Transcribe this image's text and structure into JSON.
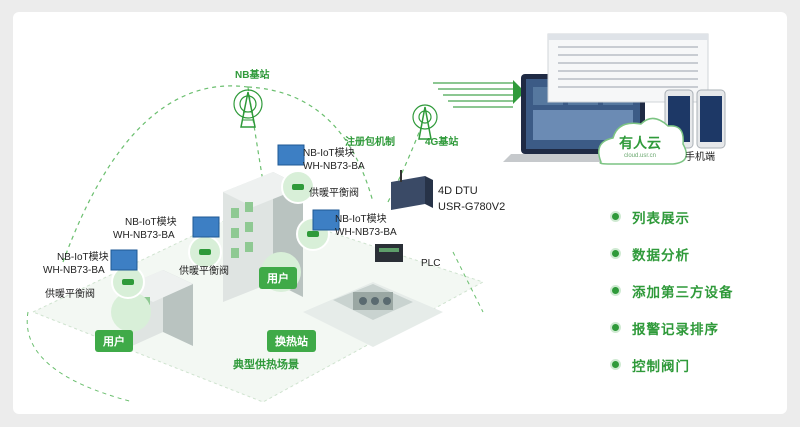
{
  "labels": {
    "nb_station": "NB基站",
    "register_mechanism": "注册包机制",
    "station_4g": "4G基站",
    "dtu_title": "4D DTU",
    "dtu_model": "USR-G780V2",
    "plc": "PLC",
    "module_top": "NB-IoT模块",
    "model_top": "WH-NB73-BA",
    "valve_top": "供暖平衡阀",
    "module_mid_left": "NB-IoT模块",
    "model_mid_left": "WH-NB73-BA",
    "valve_mid_left": "供暖平衡阀",
    "module_mid_right": "NB-IoT模块",
    "model_mid_right": "WH-NB73-BA",
    "module_left": "NB-IoT模块",
    "model_left": "WH-NB73-BA",
    "valve_left": "供暖平衡阀",
    "user_right": "用户",
    "user_left": "用户",
    "exchange_station": "换热站",
    "scene_caption": "典型供热场景",
    "cloud_name": "有人云",
    "cloud_url": "cloud.usr.cn",
    "mobile": "手机端"
  },
  "features": [
    {
      "label": "列表展示"
    },
    {
      "label": "数据分析"
    },
    {
      "label": "添加第三方设备"
    },
    {
      "label": "报警记录排序"
    },
    {
      "label": "控制阀门"
    }
  ],
  "colors": {
    "accent": "#2f9a3a",
    "light_green": "#d8efd8",
    "tag_green": "#3faa48"
  }
}
